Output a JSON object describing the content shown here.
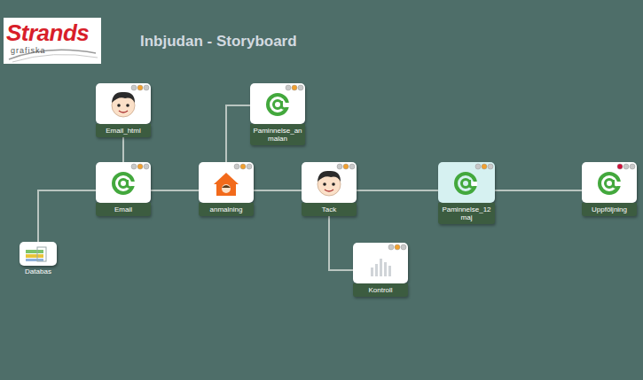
{
  "diagram": {
    "title": "Inbjudan - Storyboard",
    "nodes": [
      {
        "text": [
          "Email_html"
        ]
      },
      {
        "text": [
          "Email"
        ]
      },
      {
        "text": [
          "Databas"
        ]
      },
      {
        "text": [
          "anmalning"
        ]
      },
      {
        "text": [
          "Paminnelse_anmalan"
        ]
      },
      {
        "text": [
          "Tack"
        ]
      },
      {
        "text": [
          "Kontroll"
        ]
      },
      {
        "text": [
          "Paminnelse_12 maj"
        ]
      },
      {
        "text": [
          "Uppföljning"
        ]
      }
    ],
    "edges": [
      {
        "from": 0,
        "to": 1,
        "arrow": "none"
      },
      {
        "from": 1,
        "to": 2,
        "arrow": "none"
      },
      {
        "from": 1,
        "to": 3,
        "arrow": "none"
      },
      {
        "from": 3,
        "to": 4,
        "arrow": "none"
      },
      {
        "from": 3,
        "to": 5,
        "arrow": "none"
      },
      {
        "from": 5,
        "to": 6,
        "arrow": "none"
      },
      {
        "from": 5,
        "to": 7,
        "arrow": "none"
      },
      {
        "from": 7,
        "to": 8,
        "arrow": "none"
      }
    ],
    "labels": [
      "Strands",
      "grafiska"
    ]
  }
}
